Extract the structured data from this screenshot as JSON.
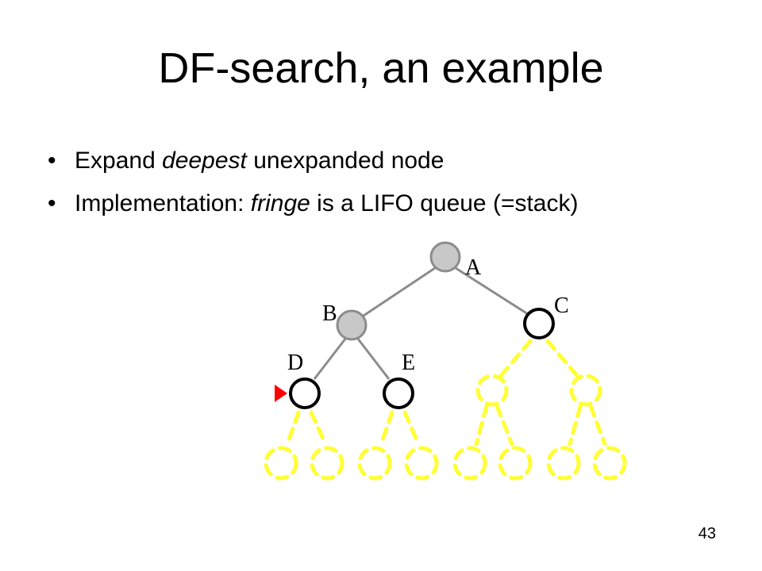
{
  "slide": {
    "title": "DF-search, an example",
    "page_number": "43",
    "bullets": [
      {
        "pre": "Expand ",
        "em": "deepest",
        "post": " unexpanded node"
      },
      {
        "pre": "Implementation: ",
        "em": "fringe",
        "post": " is a LIFO queue (=stack)"
      }
    ]
  },
  "tree": {
    "labels": {
      "A": "A",
      "B": "B",
      "C": "C",
      "D": "D",
      "E": "E"
    },
    "colors": {
      "expanded_fill": "#c8c8c8",
      "expanded_stroke": "#8c8c8c",
      "edge_solid": "#8c8c8c",
      "fringe_stroke": "#000000",
      "unexplored": "#ffff33",
      "pointer": "#ff0000"
    },
    "expanded": [
      "A",
      "B"
    ],
    "fringe": [
      "D",
      "E",
      "C"
    ],
    "current": "D"
  }
}
